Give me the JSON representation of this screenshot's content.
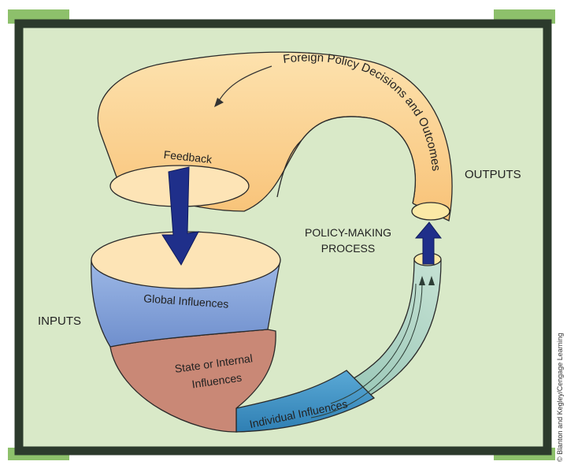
{
  "labels": {
    "foreign_policy": "Foreign Policy Decisions and Outcomes",
    "feedback": "Feedback",
    "outputs": "OUTPUTS",
    "policy_making_line1": "POLICY-MAKING",
    "policy_making_line2": "PROCESS",
    "inputs": "INPUTS",
    "global": "Global Influences",
    "state_line1": "State or Internal",
    "state_line2": "Influences",
    "individual": "Individual Influences"
  },
  "credit": "© Blanton and Kegley/Cengage Learning",
  "colors": {
    "background": "#d9e9c8",
    "frame": "#2c3a2c",
    "corner_accent": "#8dc06b",
    "tube_orange": "#fbd494",
    "global_band": "#7f9fd6",
    "state_band": "#c98876",
    "individual_band": "#3d8fbf",
    "process_tube": "#9ccab7",
    "arrow": "#1f2f8a"
  }
}
